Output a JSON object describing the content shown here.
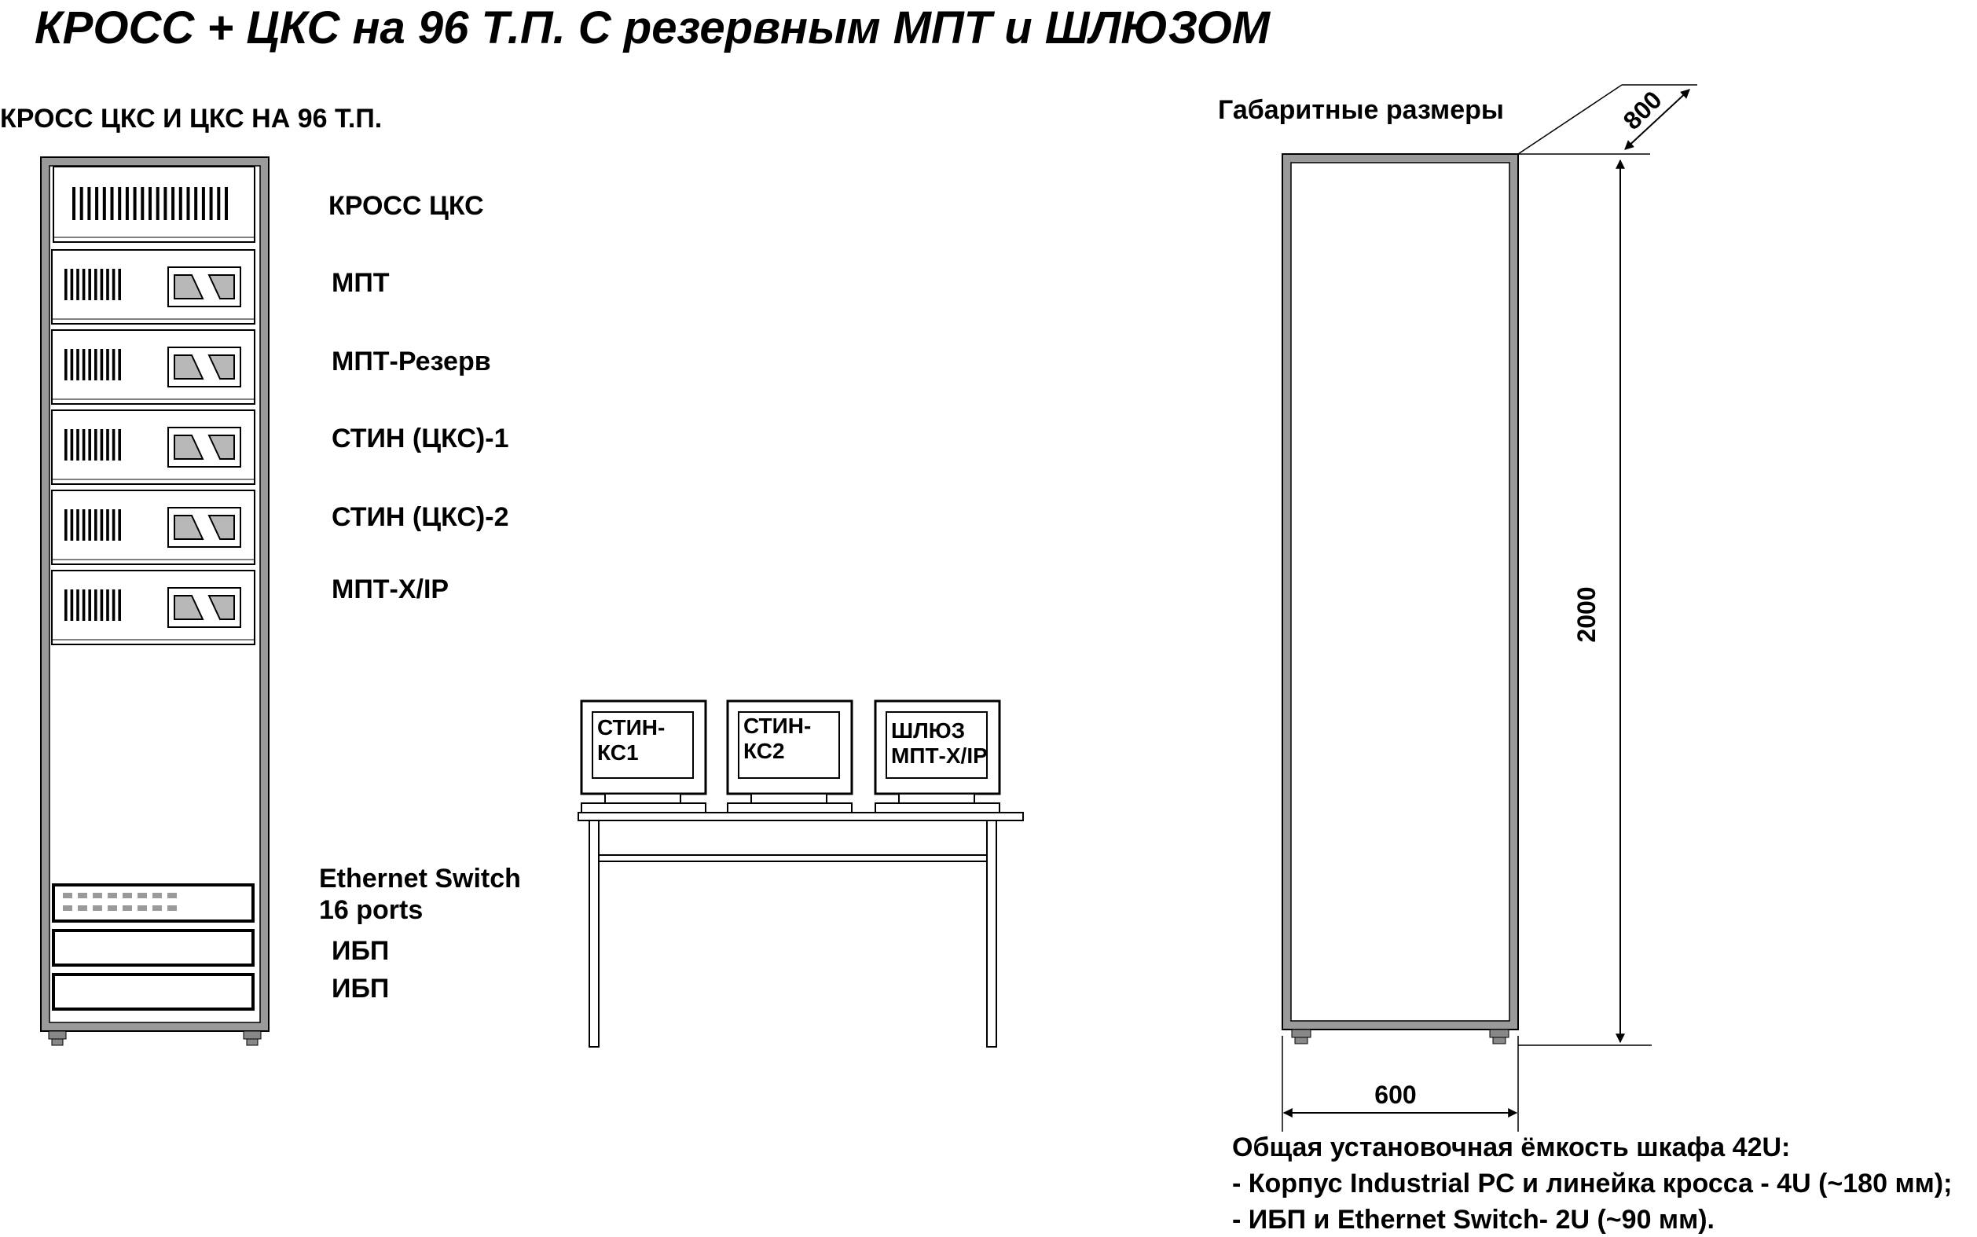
{
  "title": "КРОСС + ЦКС на 96 Т.П. С резервным МПТ и ШЛЮЗОМ",
  "rack": {
    "heading": "КРОСС ЦКС И ЦКС НА 96 Т.П.",
    "upper_units": [
      "КРОСС ЦКС",
      "МПТ",
      "МПТ-Резерв",
      "СТИН (ЦКС)-1",
      "СТИН (ЦКС)-2",
      "МПТ-X/IP"
    ],
    "switch_label_line1": "Ethernet Switch",
    "switch_label_line2": "16 ports",
    "ups_labels": [
      "ИБП",
      "ИБП"
    ]
  },
  "desk": {
    "monitors": [
      {
        "line1": "СТИН-",
        "line2": "КС1"
      },
      {
        "line1": "СТИН-",
        "line2": "КС2"
      },
      {
        "line1": "ШЛЮЗ",
        "line2": "МПТ-X/IP"
      }
    ]
  },
  "dimensions": {
    "heading": "Габаритные размеры",
    "depth": "800",
    "height": "2000",
    "width": "600"
  },
  "notes": [
    "Общая установочная ёмкость шкафа 42U:",
    "- Корпус Industrial PC  и линейка кросса - 4U (~180 мм);",
    "- ИБП и Ethernet Switch- 2U (~90 мм)."
  ]
}
